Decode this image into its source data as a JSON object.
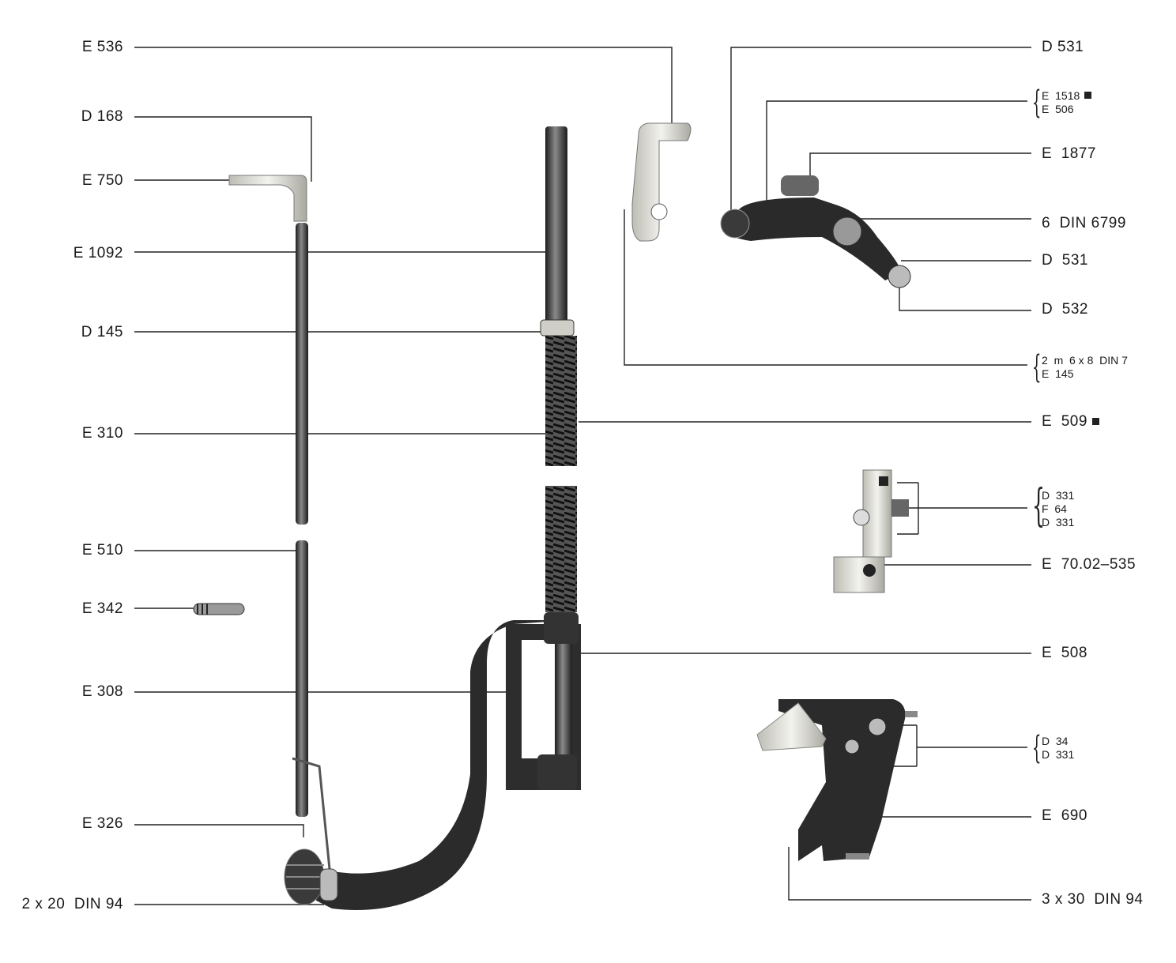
{
  "left_labels": [
    "E 536",
    "D 168",
    "E 750",
    "E 1092",
    "D 145",
    "E 310",
    "E 510",
    "E 342",
    "E 308",
    "E 326",
    "2 x 20  DIN 94"
  ],
  "right_labels": {
    "d531_top": "D 531",
    "e1518": "E  1518",
    "e506": "E  506",
    "e1877": "E  1877",
    "din6799": "6  DIN 6799",
    "d531_mid": "D  531",
    "d532": "D  532",
    "m6x8": "2  m  6 x 8  DIN 7",
    "e145": "E  145",
    "e509": "E  509",
    "d331_a": "D  331",
    "f64": "F  64",
    "d331_b": "D  331",
    "e7002": "E  70.02–535",
    "e508": "E  508",
    "d34": "D  34",
    "d331_c": "D  331",
    "e690": "E  690",
    "din94_3x30": "3 x 30  DIN 94"
  },
  "colors": {
    "ink": "#222222",
    "metal_dark": "#2b2b2b",
    "metal_light": "#dcdcd6"
  }
}
